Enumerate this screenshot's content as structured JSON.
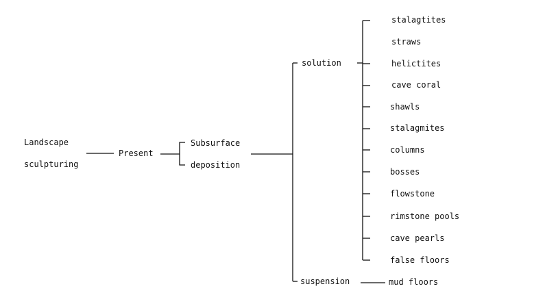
{
  "root": {
    "line1": "Landscape",
    "line2": "sculpturing"
  },
  "present": "Present",
  "subsurface": {
    "line1": "Subsurface",
    "line2": "deposition"
  },
  "branches": {
    "solution": "solution",
    "suspension": "suspension"
  },
  "solution_items": [
    "stalagtites",
    "straws",
    "helictites",
    "cave coral",
    "shawls",
    "stalagmites",
    "columns",
    "bosses",
    "flowstone",
    "rimstone pools",
    "cave pearls",
    "false floors"
  ],
  "suspension_items": [
    "mud floors"
  ]
}
